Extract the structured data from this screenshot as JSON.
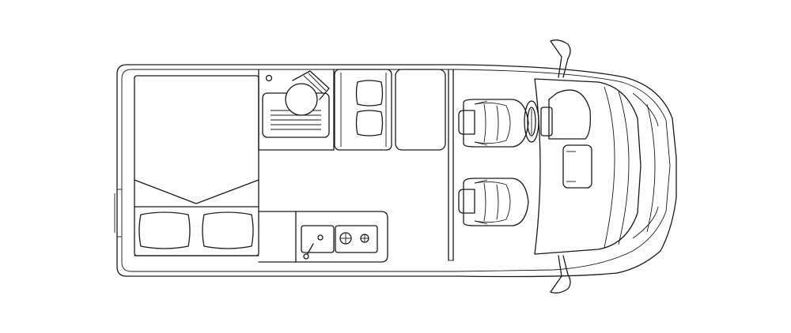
{
  "drawing": {
    "type": "motorhome-floor-plan",
    "view": "top-down",
    "line_color": "#1a1a1a",
    "background": "#ffffff",
    "elements": [
      "rear-bed",
      "pillow",
      "washroom-toilet",
      "washroom-sink",
      "dinette-bench",
      "wardrobe",
      "kitchen-counter",
      "sink",
      "hob",
      "driver-seat",
      "passenger-seat",
      "steering-wheel",
      "dashboard",
      "side-mirror"
    ]
  }
}
